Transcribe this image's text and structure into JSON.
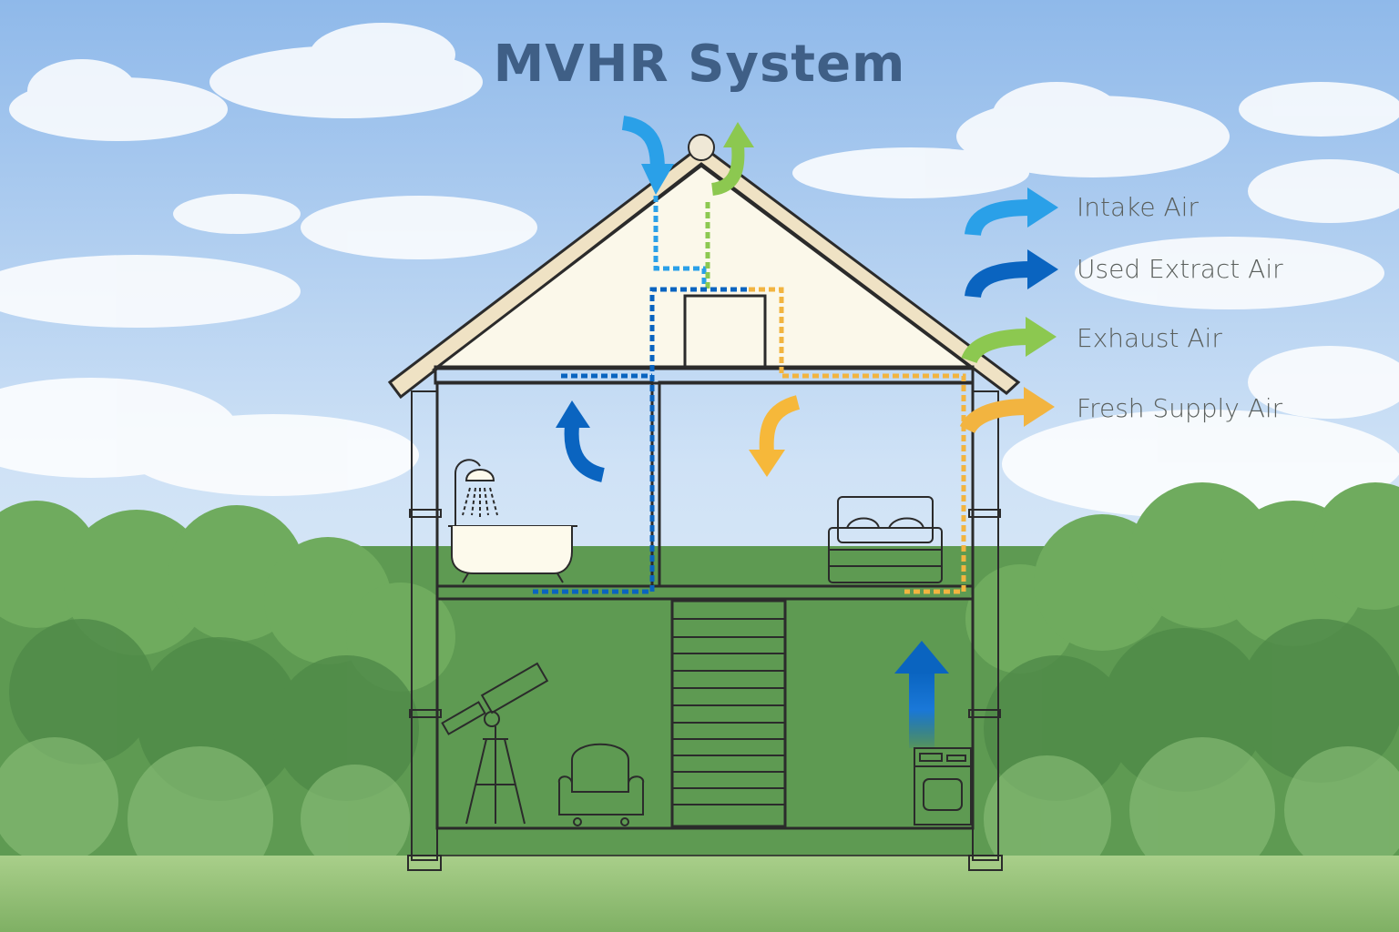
{
  "title": "MVHR System",
  "legend": [
    {
      "label": "Intake Air",
      "color": "#2aa0e8"
    },
    {
      "label": "Used Extract Air",
      "color": "#0a64c0"
    },
    {
      "label": "Exhaust Air",
      "color": "#8cc850"
    },
    {
      "label": "Fresh Supply Air",
      "color": "#f2b440"
    }
  ],
  "rooms": [
    "bathroom",
    "bedroom",
    "living-room",
    "stairs",
    "kitchen",
    "loft"
  ],
  "icons": [
    "shower-icon",
    "bathtub-icon",
    "bed-icon",
    "telescope-icon",
    "armchair-icon",
    "stove-icon",
    "mvhr-unit"
  ]
}
